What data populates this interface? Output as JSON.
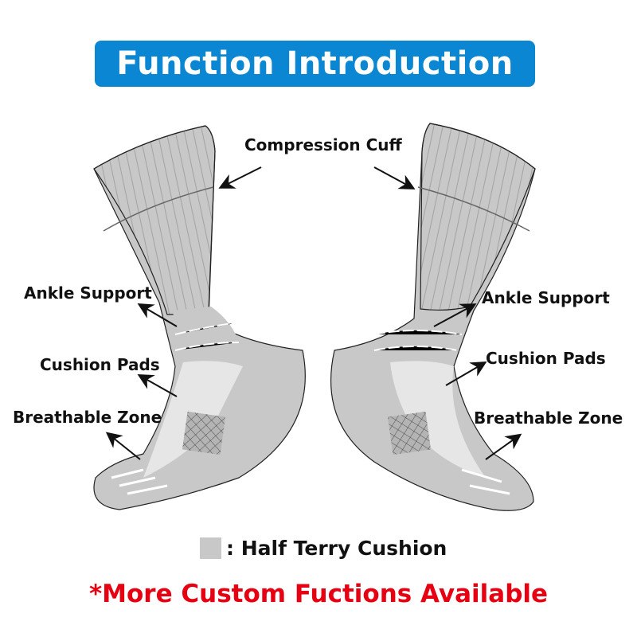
{
  "banner": {
    "title": "Function Introduction",
    "color": "#0a86d2"
  },
  "labels": {
    "compression_cuff": "Compression Cuff",
    "ankle_support_left": "Ankle Support",
    "cushion_pads_left": "Cushion Pads",
    "breathable_zone_left": "Breathable Zone",
    "ankle_support_right": "Ankle Support",
    "cushion_pads_right": "Cushion Pads",
    "breathable_zone_right": "Breathable Zone"
  },
  "legend": {
    "text": ": Half Terry Cushion",
    "swatch_color": "#c8c8c8"
  },
  "footer": {
    "text": "*More Custom Fuctions Available",
    "color": "#e60012"
  },
  "colors": {
    "terry_gray": "#c8c8c8",
    "light_gray": "#e6e6e6",
    "outline": "#222222"
  }
}
